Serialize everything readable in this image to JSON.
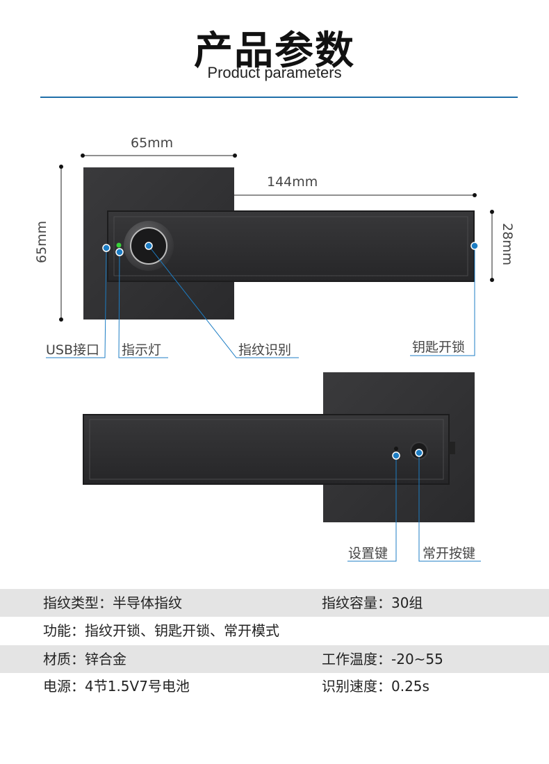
{
  "header": {
    "title_cn": "产品参数",
    "title_en": "Product parameters"
  },
  "dimensions": {
    "plate_width": "65mm",
    "plate_height": "65mm",
    "handle_length": "144mm",
    "handle_height": "28mm"
  },
  "callouts": {
    "usb": "USB接口",
    "indicator": "指示灯",
    "fingerprint": "指纹识别",
    "key_unlock": "钥匙开锁",
    "setting_key": "设置键",
    "always_open_button": "常开按键"
  },
  "specs": {
    "fp_type": "指纹类型：半导体指纹",
    "fp_capacity": "指纹容量：30组",
    "functions": "功能：指纹开锁、钥匙开锁、常开模式",
    "material": "材质：锌合金",
    "temperature": "工作温度：-20~55",
    "power": "电源：4节1.5V7号电池",
    "speed": "识别速度：0.25s"
  },
  "colors": {
    "accent": "#1f6fa9",
    "callout_dot": "#1c7dc4",
    "indicator_led": "#39d23a",
    "lock_body": "#2b2b2d",
    "row_gray": "#e4e4e4"
  }
}
